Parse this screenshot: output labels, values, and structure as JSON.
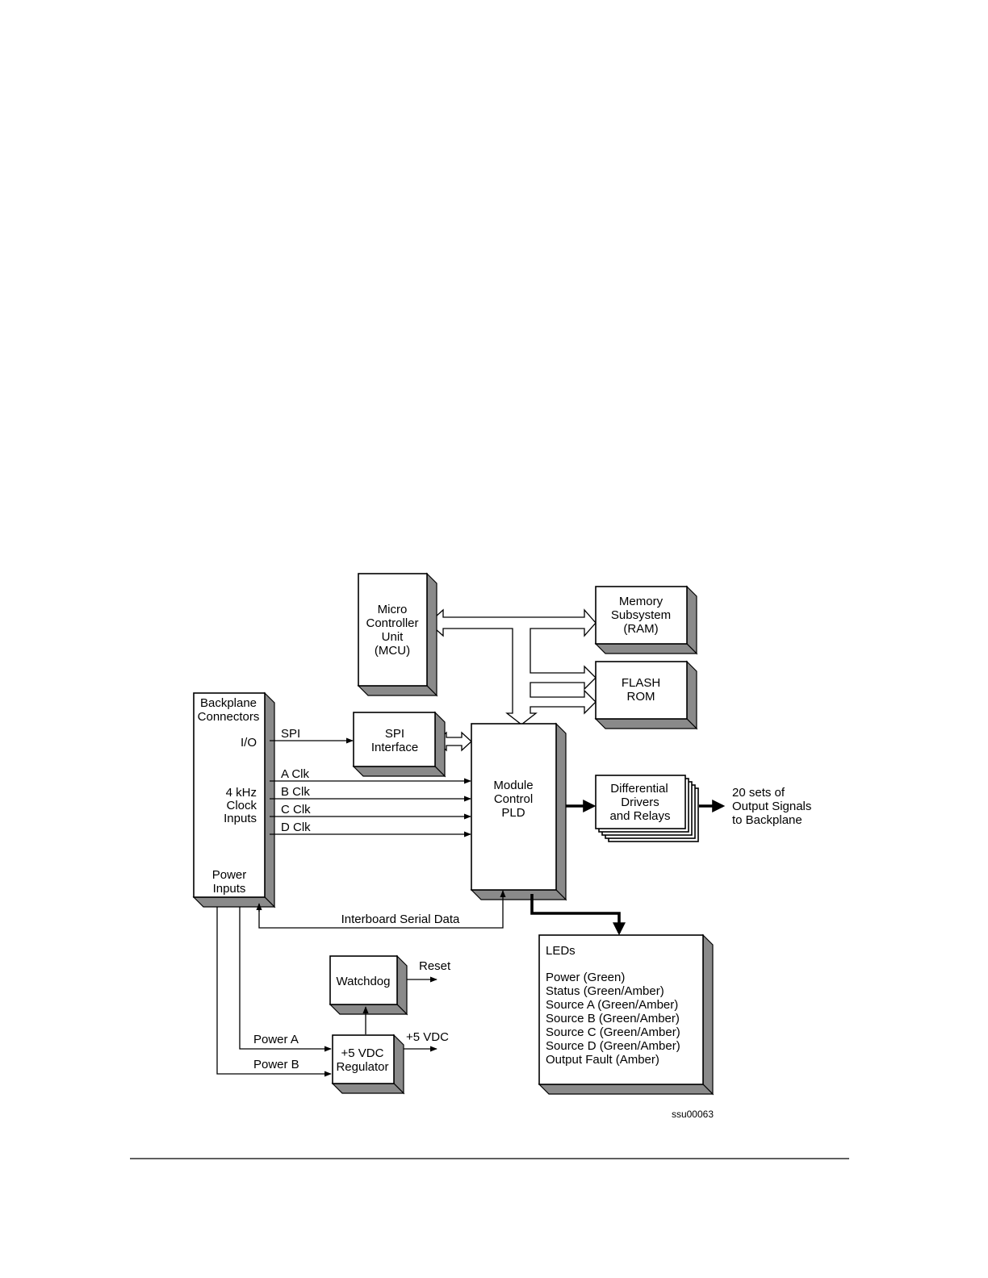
{
  "blocks": {
    "mcu": [
      "Micro",
      "Controller",
      "Unit",
      "(MCU)"
    ],
    "memory": [
      "Memory",
      "Subsystem",
      "(RAM)"
    ],
    "flash": [
      "FLASH",
      "ROM"
    ],
    "backplane_title": [
      "Backplane",
      "Connectors"
    ],
    "backplane_io": "I/O",
    "backplane_clock": [
      "4 kHz",
      "Clock",
      "Inputs"
    ],
    "backplane_power": [
      "Power",
      "Inputs"
    ],
    "spi_interface": [
      "SPI",
      "Interface"
    ],
    "pld": [
      "Module",
      "Control",
      "PLD"
    ],
    "drivers": [
      "Differential",
      "Drivers",
      "and Relays"
    ],
    "watchdog": "Watchdog",
    "regulator": [
      "+5 VDC",
      "Regulator"
    ],
    "leds_title": "LEDs",
    "leds_items": [
      "Power (Green)",
      "Status (Green/Amber)",
      "Source A (Green/Amber)",
      "Source B (Green/Amber)",
      "Source C (Green/Amber)",
      "Source D (Green/Amber)",
      "Output Fault (Amber)"
    ]
  },
  "signals": {
    "spi": "SPI",
    "a_clk": "A Clk",
    "b_clk": "B Clk",
    "c_clk": "C Clk",
    "d_clk": "D Clk",
    "interboard": "Interboard Serial Data",
    "reset": "Reset",
    "plus5_vdc": "+5 VDC",
    "power_a": "Power A",
    "power_b": "Power B",
    "output_signals": [
      "20 sets of",
      "Output Signals",
      "to Backplane"
    ]
  },
  "figure_id": "ssu00063"
}
